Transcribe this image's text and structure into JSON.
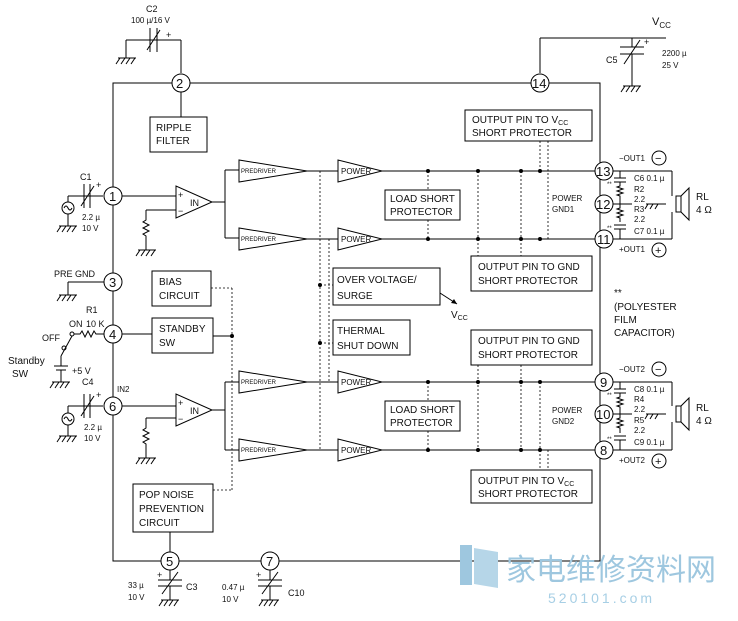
{
  "vcc": {
    "label": "V",
    "sub": "CC"
  },
  "pins": {
    "p1": "1",
    "p2": "2",
    "p3": "3",
    "p4": "4",
    "p5": "5",
    "p6": "6",
    "p7": "7",
    "p8": "8",
    "p9": "9",
    "p10": "10",
    "p11": "11",
    "p12": "12",
    "p13": "13",
    "p14": "14"
  },
  "caps": {
    "c2_name": "C2",
    "c2_value": "100 µ/16 V",
    "c5_name": "C5",
    "c5_value1": "2200 µ",
    "c5_value2": "25 V",
    "c1_name": "C1",
    "c1_value1": "2.2 µ",
    "c1_value2": "10 V",
    "c4_name": "C4",
    "c4_value1": "2.2 µ",
    "c4_value2": "10 V",
    "c3_name": "C3",
    "c3_value1": "33 µ",
    "c3_value2": "10 V",
    "c10_name": "C10",
    "c10_value1": "0.47 µ",
    "c10_value2": "10 V",
    "c6": "C6 0.1 µ",
    "c7": "C7 0.1 µ",
    "c8": "C8 0.1 µ",
    "c9": "C9 0.1 µ",
    "plus": "+"
  },
  "resistors": {
    "r1_name": "R1",
    "r1_value": "10 K",
    "r2": "R2",
    "r2_value": "2.2",
    "r3": "R3",
    "r3_value": "2.2",
    "r4": "R4",
    "r4_value": "2.2",
    "r5": "R5",
    "r5_value": "2.2"
  },
  "blocks": {
    "ripple1": "RIPPLE",
    "ripple2": "FILTER",
    "bias1": "BIAS",
    "bias2": "CIRCUIT",
    "standby1": "STANDBY",
    "standby2": "SW",
    "pop1": "POP NOISE",
    "pop2": "PREVENTION",
    "pop3": "CIRCUIT",
    "predriver": "PREDRIVER",
    "power": "POWER",
    "in": "IN",
    "load1": "LOAD SHORT",
    "load2": "PROTECTOR",
    "ovs1": "OVER  VOLTAGE/",
    "ovs2": "SURGE",
    "thermal1": "THERMAL",
    "thermal2": "SHUT DOWN",
    "vcc_short1": "OUTPUT PIN TO V",
    "vcc_short_sub": "CC",
    "vcc_short2": "SHORT PROTECTOR",
    "gnd_short1": "OUTPUT PIN TO GND",
    "gnd_short2": "SHORT PROTECTOR",
    "power_gnd1a": "POWER",
    "power_gnd1b": "GND1",
    "power_gnd2a": "POWER",
    "power_gnd2b": "GND2"
  },
  "labels": {
    "pre_gnd": "PRE GND",
    "on": "ON",
    "off": "OFF",
    "standby_sw1": "Standby",
    "standby_sw2": "SW",
    "plus5v": "+5 V",
    "in2": "IN2",
    "minus_out1": "−OUT1",
    "plus_out1": "+OUT1",
    "minus_out2": "−OUT2",
    "plus_out2": "+OUT2",
    "minus_sign": "−",
    "plus_sign": "+",
    "rl1": "RL",
    "rl1_value": "4 Ω",
    "rl2": "RL",
    "rl2_value": "4 Ω",
    "polyester1": "**",
    "polyester2": "(POLYESTER",
    "polyester3": "FILM",
    "polyester4": "CAPACITOR)",
    "star": "**",
    "vcc_arrow": "V",
    "vcc_arrow_sub": "CC",
    "amp_plus": "+",
    "amp_minus": "−"
  },
  "watermark": {
    "cn": "家电维修资料网",
    "url": "520101.com"
  }
}
